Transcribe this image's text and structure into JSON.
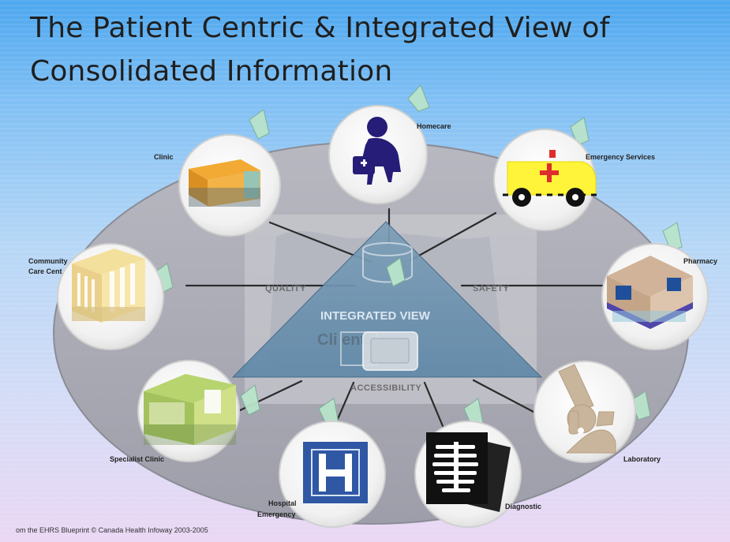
{
  "title": {
    "line1": "The Patient Centric & Integrated View of",
    "line2": "Consolidated Information"
  },
  "center": {
    "heading": "INTEGRATED VIEW",
    "ghost_text": "Cli        ents",
    "quality": "QUALITY",
    "safety": "SAFETY",
    "accessibility": "ACCESSIBILITY"
  },
  "nodes": {
    "homecare": "Homecare",
    "emergency_services": "Emergency Services",
    "clinic": "Clinic",
    "community_line1": "Community",
    "community_line2": "Care Cent",
    "pharmacy": "Pharmacy",
    "laboratory": "Laboratory",
    "specialist_clinic": "Specialist Clinic",
    "hospital_line1": "Hospital",
    "hospital_line2": "Emergency",
    "diagnostic": "Diagnostic"
  },
  "footer": "om the EHRS Blueprint © Canada Health Infoway 2003-2005",
  "colors": {
    "ellipse": "#a9a9b3",
    "triangle": "#6f96b4",
    "hospital_blue": "#2f57a4",
    "homecare_navy": "#251d77",
    "ambulance_yellow": "#fff43a",
    "ambulance_red": "#df2d2d",
    "check_green": "#b9e4cb"
  },
  "icons": [
    "homecare-worker-icon",
    "ambulance-icon",
    "clinic-building-icon",
    "community-building-icon",
    "pharmacy-icon",
    "microscope-icon",
    "specialist-building-icon",
    "hospital-h-icon",
    "xray-icon",
    "check-icon",
    "database-icon",
    "monitor-icon"
  ]
}
